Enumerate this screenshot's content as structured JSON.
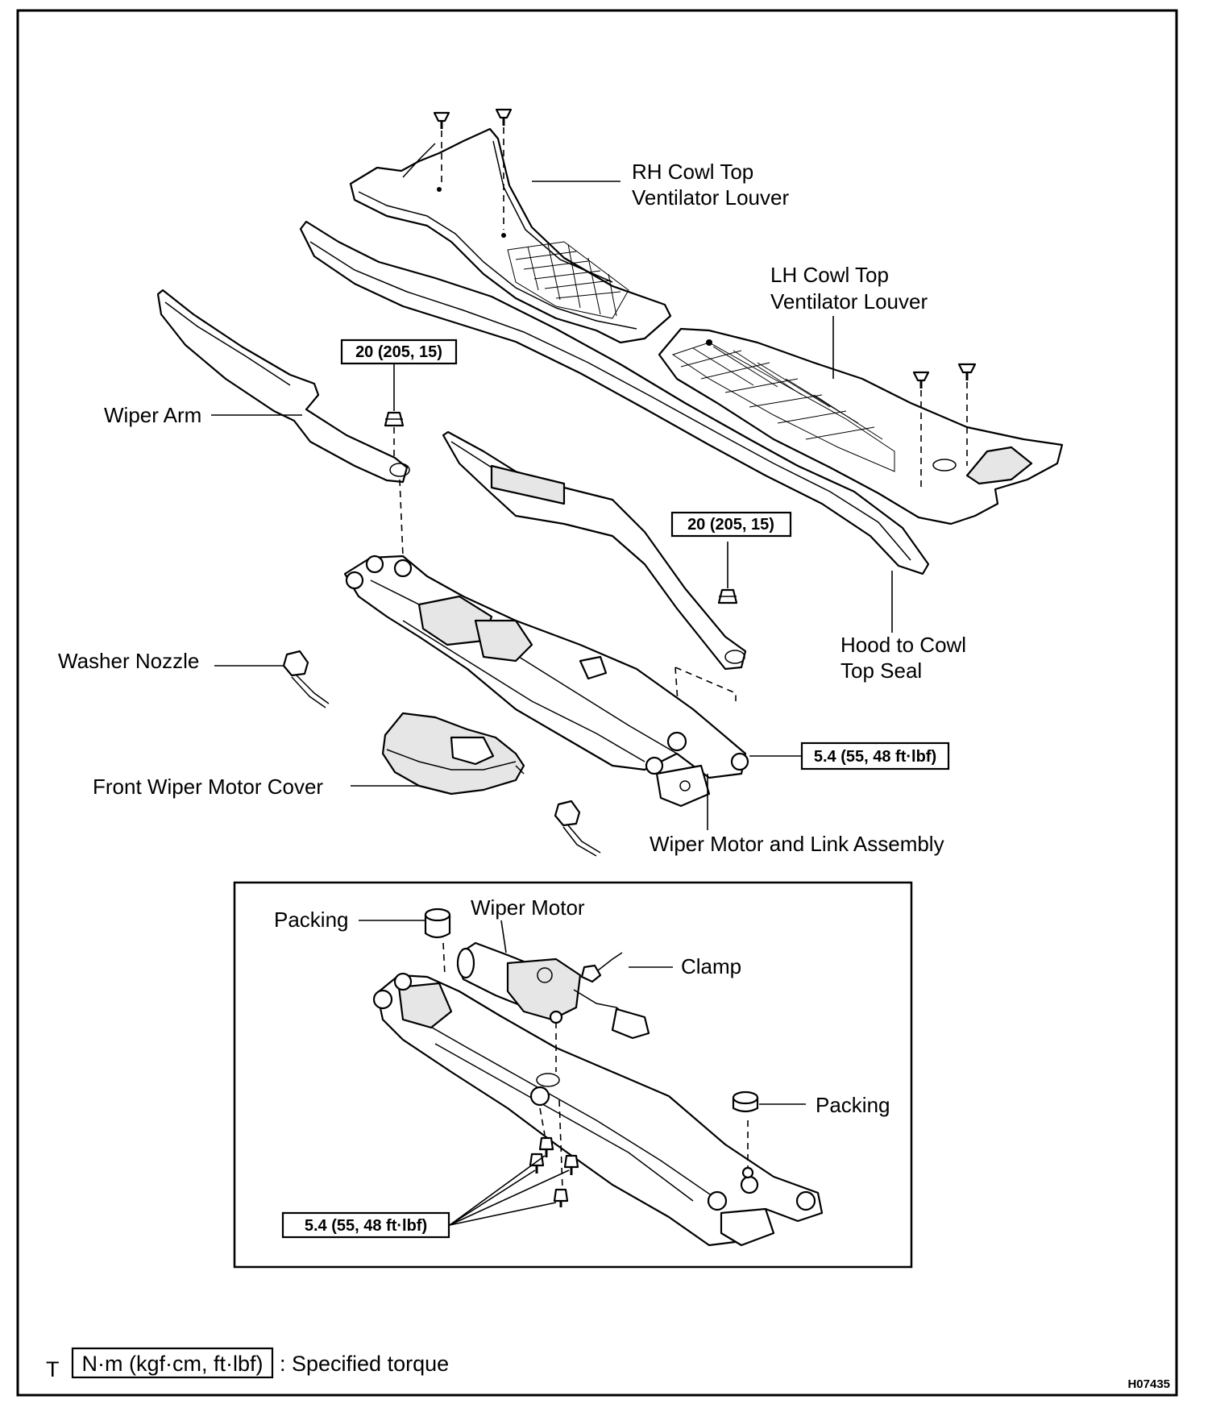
{
  "labels": {
    "rh_cowl_line1": "RH Cowl Top",
    "rh_cowl_line2": "Ventilator Louver",
    "lh_cowl_line1": "LH Cowl Top",
    "lh_cowl_line2": "Ventilator Louver",
    "wiper_arm": "Wiper Arm",
    "washer_nozzle": "Washer Nozzle",
    "front_wiper_motor_cover": "Front Wiper Motor Cover",
    "hood_seal_line1": "Hood to Cowl",
    "hood_seal_line2": "Top Seal",
    "wiper_motor_link_assembly": "Wiper Motor and Link Assembly",
    "packing_top": "Packing",
    "wiper_motor": "Wiper Motor",
    "clamp": "Clamp",
    "packing_right": "Packing"
  },
  "torques": {
    "left_arm_nut": "20 (205, 15)",
    "right_arm_nut": "20 (205, 15)",
    "link_bolt": "5.4 (55, 48 ft·lbf)",
    "motor_bolts": "5.4 (55, 48 ft·lbf)"
  },
  "legend": {
    "prefix": "T",
    "unit_box": "N·m (kgf·cm, ft·lbf)",
    "description": ": Specified torque"
  },
  "figure_code": "H07435"
}
